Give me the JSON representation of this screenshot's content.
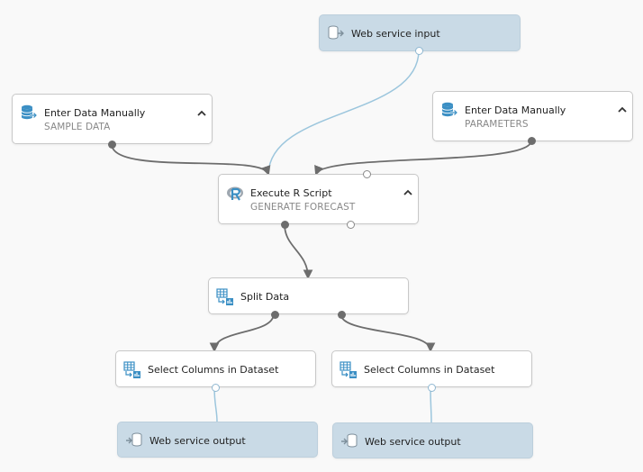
{
  "modules": {
    "web_service_input": {
      "title": "Web service input"
    },
    "enter_data_sample": {
      "title": "Enter Data Manually",
      "subtitle": "SAMPLE DATA"
    },
    "enter_data_params": {
      "title": "Enter Data Manually",
      "subtitle": "PARAMETERS"
    },
    "execute_r": {
      "title": "Execute R Script",
      "subtitle": "GENERATE FORECAST"
    },
    "split_data": {
      "title": "Split Data"
    },
    "select_cols_left": {
      "title": "Select Columns in Dataset"
    },
    "select_cols_right": {
      "title": "Select Columns in Dataset"
    },
    "ws_output_left": {
      "title": "Web service output"
    },
    "ws_output_right": {
      "title": "Web service output"
    }
  },
  "colors": {
    "canvas": "#f9f9f9",
    "web_service_module": "#c9dae6",
    "data_wire": "#6d6d6d",
    "web_service_wire": "#9cc6dd",
    "icon_blue": "#3b8fc4"
  },
  "icons": {
    "database": "database-icon",
    "r_script": "r-logo-icon",
    "dataset_grid": "dataset-grid-icon",
    "web_input": "web-service-input-icon",
    "web_output": "web-service-output-icon",
    "collapse": "chevron-up-icon"
  }
}
